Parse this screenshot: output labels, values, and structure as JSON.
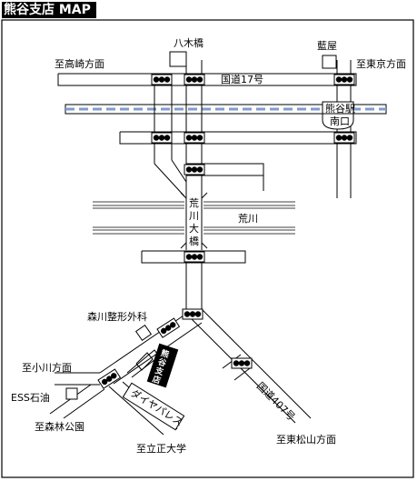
{
  "title": "熊谷支店 MAP",
  "labels": {
    "yagibashi": "八木橋",
    "aiya": "藍屋",
    "to_takasaki": "至高崎方面",
    "to_tokyo": "至東京方面",
    "route17": "国道17号",
    "kumagaya_station": "熊谷駅",
    "south_exit": "南口",
    "arakawa": "荒川",
    "bridge_1": "荒",
    "bridge_2": "川",
    "bridge_3": "大",
    "bridge_4": "橋",
    "morikawa_clinic": "森川整形外科",
    "branch_1": "熊",
    "branch_2": "谷",
    "branch_3": "支",
    "branch_4": "店",
    "to_ogawa": "至小川方面",
    "ess_oil": "ESS石油",
    "diapalace": "ダイヤパレス",
    "route407": "国道407号",
    "to_shinrin": "至森林公園",
    "to_higashimatsuyama": "至東松山方面",
    "to_rissho": "至立正大学"
  },
  "colors": {
    "railway_stripe": "#7f9ccf",
    "line": "#000000"
  }
}
